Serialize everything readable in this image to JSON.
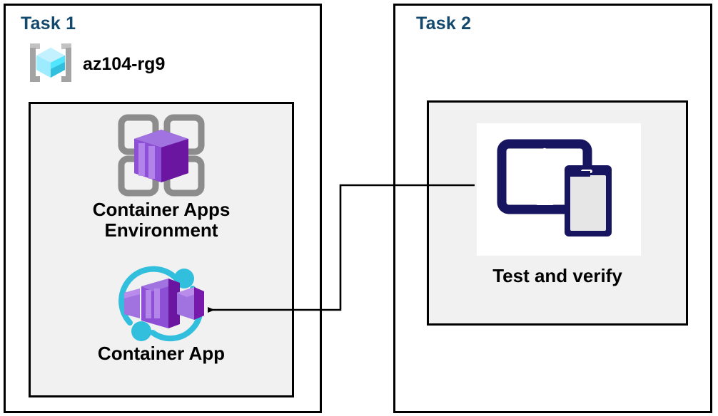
{
  "diagram": {
    "title_color": "#14496e",
    "panel_border_color": "#000000",
    "inner_box_fill": "#f1f1f1",
    "connector_color": "#000000"
  },
  "task1": {
    "title": "Task 1",
    "resource_group": {
      "name": "az104-rg9",
      "icon": "resource-group-icon",
      "icon_colors": {
        "cube": "#50e6ff",
        "bracket": "#949494"
      }
    },
    "resources": [
      {
        "label": "Container Apps\nEnvironment",
        "icon": "container-apps-environment-icon",
        "icon_colors": {
          "frame": "#8c8c8c",
          "box": "#7719aa"
        }
      },
      {
        "label": "Container App",
        "icon": "container-app-icon",
        "icon_colors": {
          "box": "#9b4fe0",
          "ring": "#32bedd"
        }
      }
    ]
  },
  "task2": {
    "title": "Task 2",
    "item": {
      "label": "Test and verify",
      "icon": "test-and-verify-devices-icon",
      "icon_colors": {
        "device": "#17155f",
        "screen": "#e6e6e6",
        "tile": "#ffffff"
      }
    }
  },
  "connector": {
    "from": "Test and verify",
    "to": "Container App",
    "arrow_direction": "left",
    "label": ""
  }
}
